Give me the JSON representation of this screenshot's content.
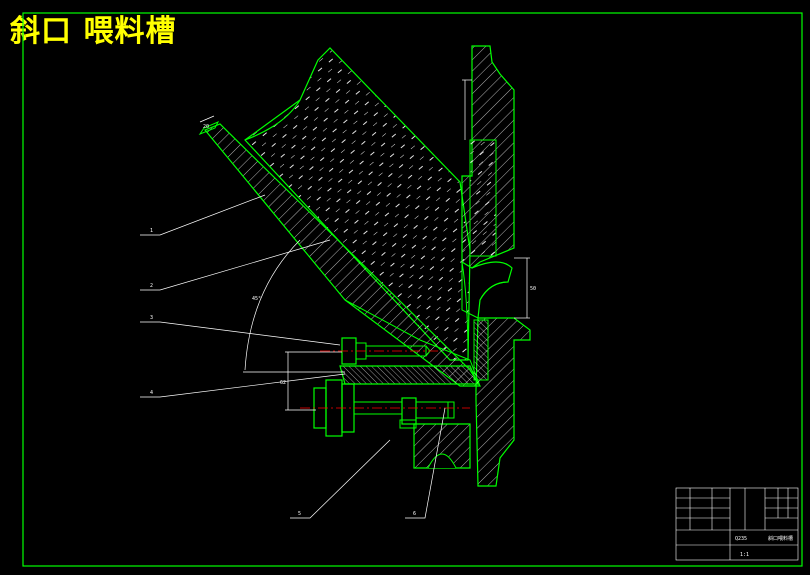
{
  "title": "斜口 喂料槽",
  "colors": {
    "background": "#000000",
    "outline": "#00ff00",
    "fill_lines": "#ffffff",
    "centerline": "#ff0000",
    "title_text": "#ffff00"
  },
  "callouts": [
    "1",
    "2",
    "3",
    "4",
    "5",
    "6"
  ],
  "dimensions": {
    "angle": "45°",
    "dim_a": "50",
    "dim_b": "62",
    "dim_c": "20"
  },
  "title_block": {
    "drawing_name": "斜口喂料槽",
    "material": "Q235",
    "scale": "1:1"
  }
}
